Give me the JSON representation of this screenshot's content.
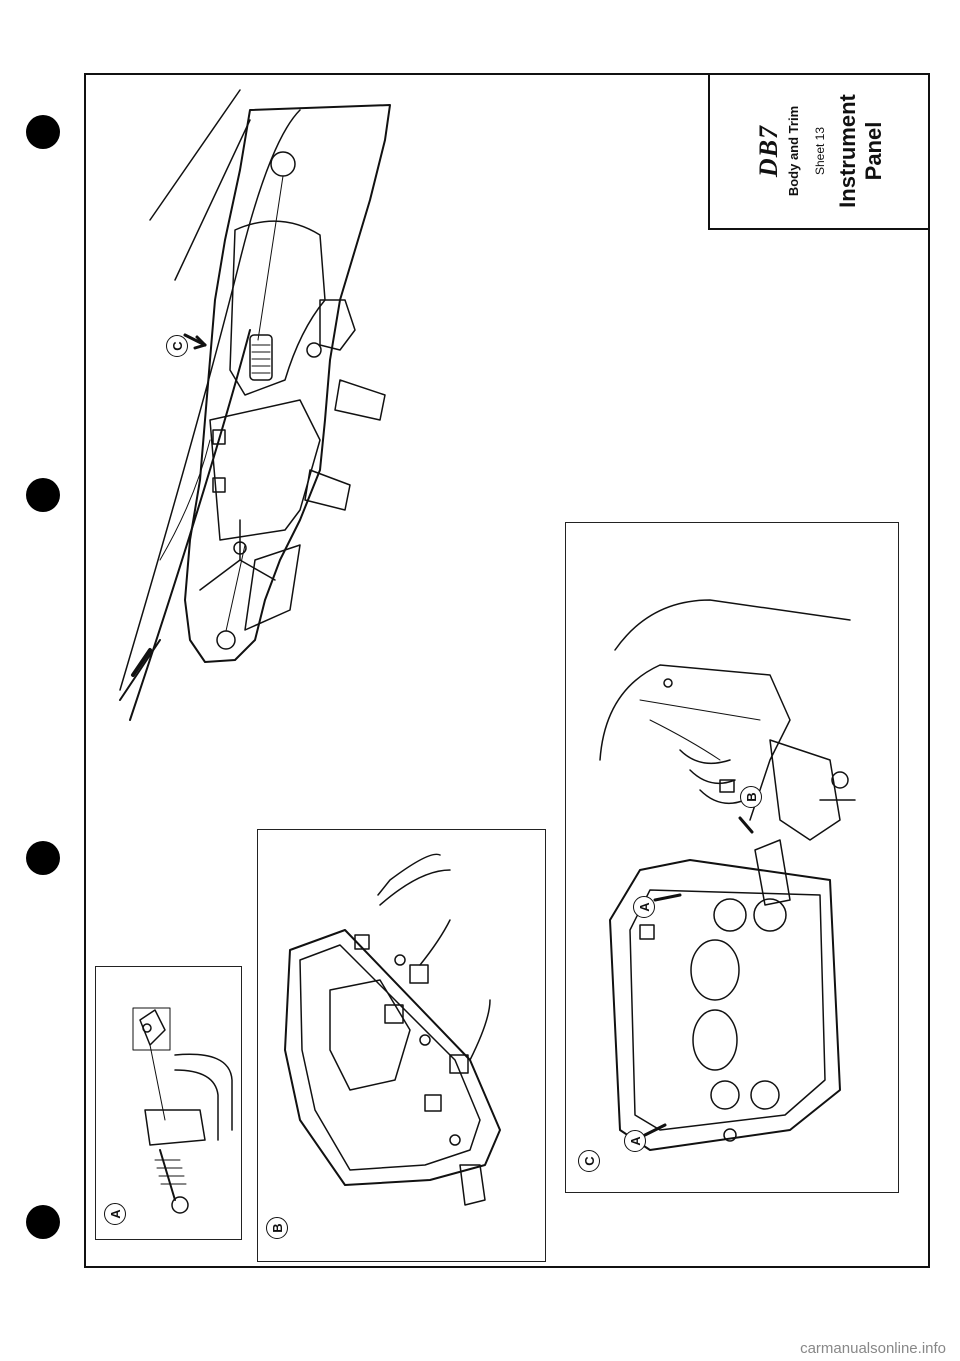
{
  "title_block": {
    "logo": "DB7",
    "section": "Body and Trim",
    "sheet": "Sheet 13",
    "title_line1": "Instrument",
    "title_line2": "Panel"
  },
  "callouts": {
    "a": "A",
    "b": "B",
    "c": "C"
  },
  "footer": {
    "watermark": "carmanualsonline.info"
  }
}
